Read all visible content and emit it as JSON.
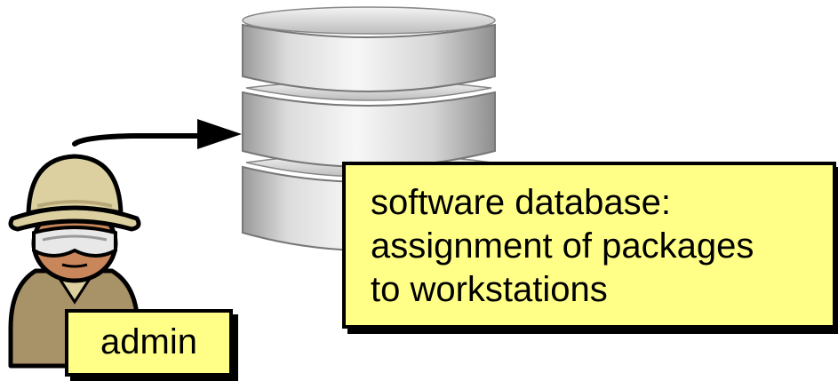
{
  "database_label": {
    "lines": [
      "software database:",
      "assignment of packages",
      "to workstations"
    ]
  },
  "admin_label": {
    "text": "admin"
  },
  "colors": {
    "callout_fill": "#ffff88",
    "callout_border": "#000000",
    "database_gray": "#b8b8b8",
    "hat_color": "#ddd0a0",
    "skin_color": "#c8865a",
    "body_color": "#a89268"
  },
  "icons": {
    "database": "database-icon",
    "admin": "admin-user-icon",
    "arrow": "arrow-right-icon"
  }
}
